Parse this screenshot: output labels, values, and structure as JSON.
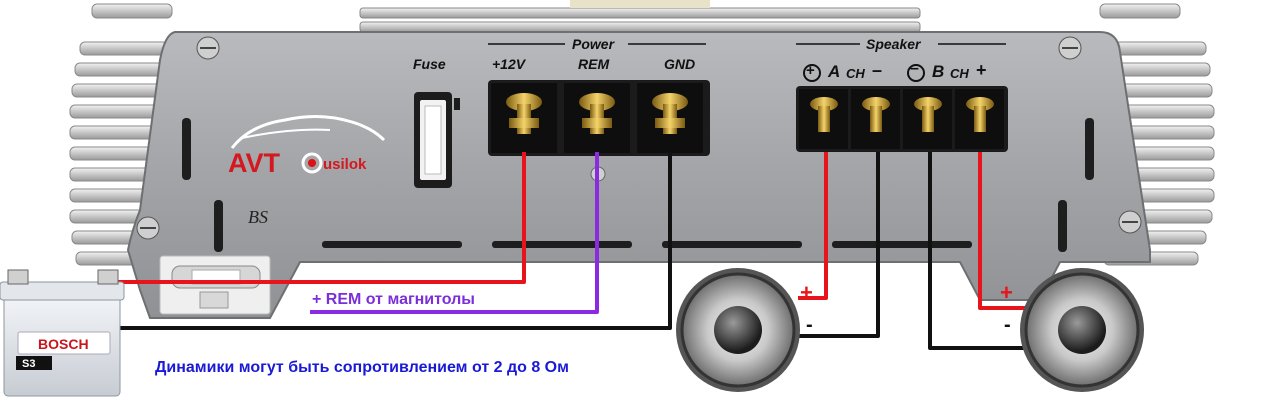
{
  "amplifier": {
    "fuse_label": "Fuse",
    "power_group_label": "Power",
    "power_terminals": [
      "+12V",
      "REM",
      "GND"
    ],
    "speaker_group_label": "Speaker",
    "channel_a_label": "A",
    "channel_b_label": "B",
    "ch_label": "CH",
    "plus_sign": "+",
    "minus_sign": "–",
    "logo_prefix": "AVT",
    "logo_suffix": "usilok",
    "badge_text": "BS"
  },
  "battery": {
    "brand": "BOSCH",
    "model": "S3"
  },
  "annotations": {
    "rem_note": "+ REM от магнитолы",
    "speaker_note": "Динамики могут быть сопротивлением от 2 до 8 Ом",
    "speaker_plus": "+",
    "speaker_minus": "-"
  },
  "colors": {
    "positive_wire": "#e8141c",
    "ground_wire": "#111111",
    "remote_wire": "#8a2be2",
    "note_blue": "#1a1ad6",
    "rem_purple": "#7b2fd9",
    "chassis": "#a7a9ab"
  }
}
